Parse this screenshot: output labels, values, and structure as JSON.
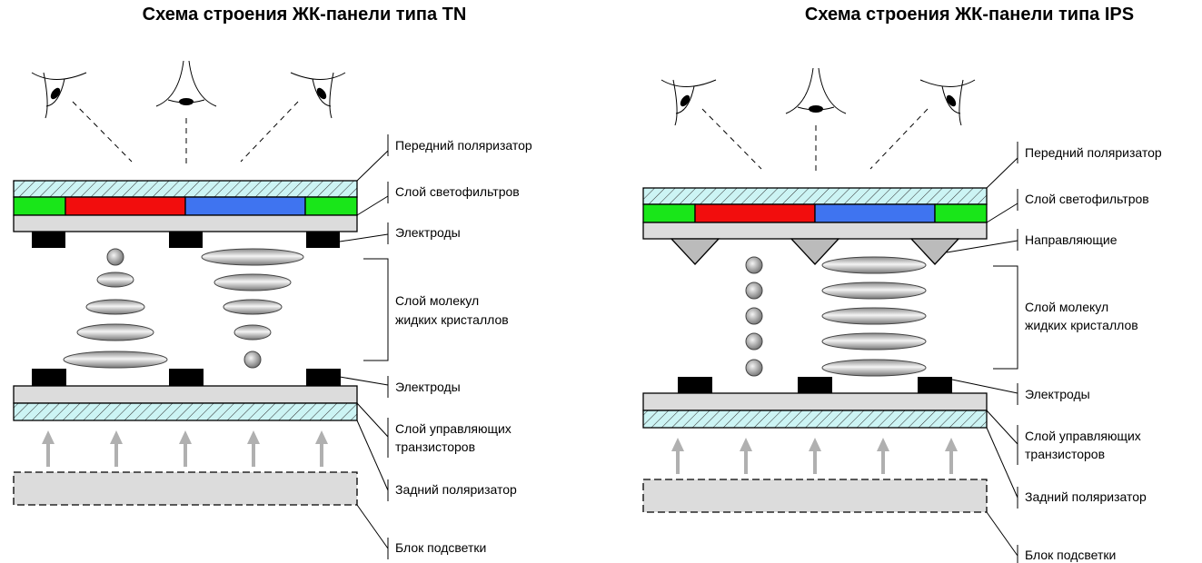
{
  "diagrams": [
    {
      "id": "tn",
      "title": "Схема строения ЖК-панели типа TN",
      "labels": {
        "front_polarizer": "Передний поляризатор",
        "color_filters": "Слой светофильтров",
        "electrodes_top": "Электроды",
        "lc_line1": "Слой молекул",
        "lc_line2": "жидких кристаллов",
        "electrodes_bottom": "Электроды",
        "transistors_line1": "Слой управляющих",
        "transistors_line2": "транзисторов",
        "rear_polarizer": "Задний поляризатор",
        "backlight": "Блок подсветки"
      }
    },
    {
      "id": "ips",
      "title": "Схема строения ЖК-панели типа IPS",
      "labels": {
        "front_polarizer": "Передний поляризатор",
        "color_filters": "Слой светофильтров",
        "guides": "Направляющие",
        "lc_line1": "Слой молекул",
        "lc_line2": "жидких кристаллов",
        "electrodes_bottom": "Электроды",
        "transistors_line1": "Слой управляющих",
        "transistors_line2": "транзисторов",
        "rear_polarizer": "Задний поляризатор",
        "backlight": "Блок подсветки"
      }
    }
  ],
  "colors": {
    "polarizer": "#ccf4f4",
    "green": "#19e619",
    "red": "#f20d0d",
    "blue": "#3f74f0",
    "plate": "#dcdcdc",
    "arrow": "#b0b0b0"
  }
}
